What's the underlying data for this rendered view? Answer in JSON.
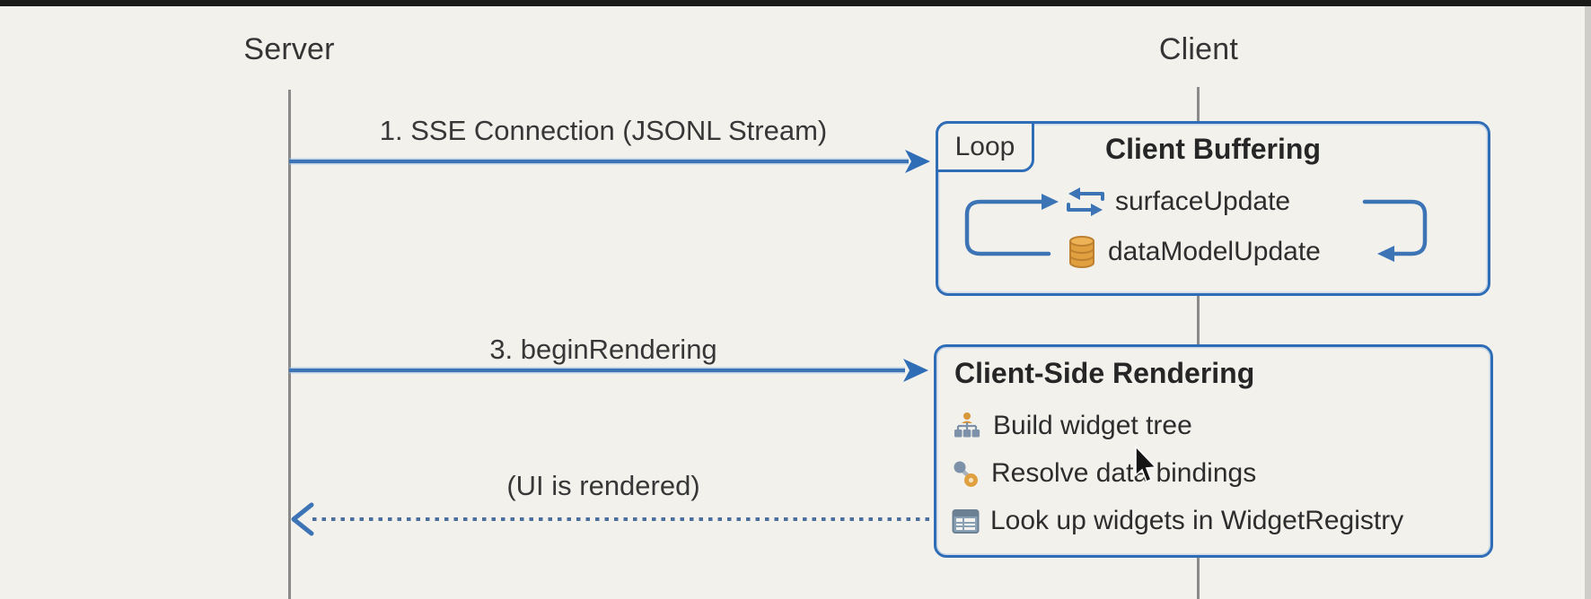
{
  "diagram": {
    "actors": {
      "server": {
        "label": "Server"
      },
      "client": {
        "label": "Client"
      }
    },
    "messages": {
      "sse": {
        "label": "1. SSE Connection (JSONL Stream)",
        "style": "solid",
        "direction": "server-to-client"
      },
      "begin_rendering": {
        "label": "3. beginRendering",
        "style": "solid",
        "direction": "server-to-client"
      },
      "ui_rendered": {
        "label": "(UI is rendered)",
        "style": "dotted",
        "direction": "client-to-server"
      }
    },
    "loop_box": {
      "tag": "Loop",
      "title": "Client Buffering",
      "items": [
        {
          "icon": "swap-arrows-icon",
          "label": "surfaceUpdate"
        },
        {
          "icon": "database-icon",
          "label": "dataModelUpdate"
        }
      ]
    },
    "render_box": {
      "title": "Client-Side Rendering",
      "items": [
        {
          "icon": "widget-tree-icon",
          "label": "Build widget tree"
        },
        {
          "icon": "data-binding-icon",
          "label": "Resolve data bindings"
        },
        {
          "icon": "widget-registry-icon",
          "label": "Look up widgets in WidgetRegistry"
        }
      ]
    },
    "colors": {
      "accent_blue": "#2f6db6",
      "arrow_blue": "#3c74b6",
      "dotted_blue": "#4a6e9e",
      "icon_orange": "#e0a03f",
      "icon_slate": "#7d91a8",
      "lifeline_gray": "#8a8a8a",
      "text_dark": "#2f2f2f",
      "background": "#f2f1ec"
    }
  }
}
